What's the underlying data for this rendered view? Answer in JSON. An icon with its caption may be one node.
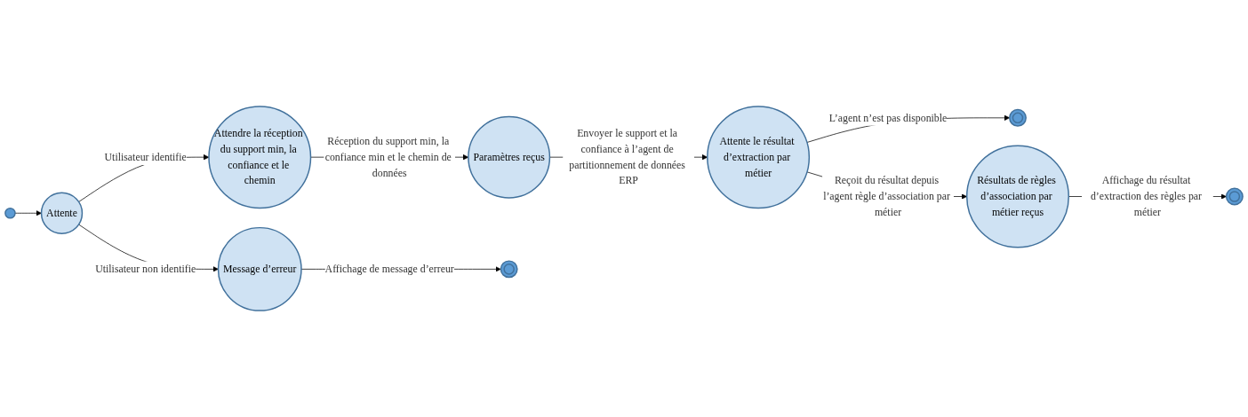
{
  "diagram": {
    "nodes": [
      {
        "text": [],
        "shape": "circle"
      },
      {
        "text": [
          "Attente"
        ]
      },
      {
        "text": [
          "Attendre la réception du support min, la confiance et le chemin"
        ]
      },
      {
        "text": [
          "Paramètres reçus"
        ]
      },
      {
        "text": [
          "Attente le résultat d’extraction par métier"
        ]
      },
      {
        "text": [
          "Message d’erreur"
        ]
      },
      {
        "text": [],
        "shape": "bullseye"
      },
      {
        "text": [],
        "shape": "bullseye"
      },
      {
        "text": [
          "Résultats de règles d’association par métier reçus"
        ]
      },
      {
        "text": [],
        "shape": "bullseye"
      }
    ],
    "edges": [
      {
        "from": 0,
        "to": 1,
        "arrow": "to"
      },
      {
        "from": 1,
        "to": 2,
        "arrow": "to",
        "label": "Utilisateur identifie"
      },
      {
        "from": 2,
        "to": 3,
        "arrow": "to",
        "label": "Réception du support min, la confiance min et le chemin de données"
      },
      {
        "from": 3,
        "to": 4,
        "arrow": "to",
        "label": "Envoyer le support et la confiance à l’agent de partitionnement de données ERP"
      },
      {
        "from": 1,
        "to": 5,
        "arrow": "to",
        "label": "Utilisateur non identifie"
      },
      {
        "from": 5,
        "to": 6,
        "arrow": "to",
        "label": "Affichage de message d’erreur"
      },
      {
        "from": 4,
        "to": 7,
        "arrow": "to",
        "label": "L’agent n’est pas disponible"
      },
      {
        "from": 4,
        "to": 8,
        "arrow": "to",
        "label": "Reçoit du résultat depuis l’agent règle d’association par métier"
      },
      {
        "from": 8,
        "to": 9,
        "arrow": "to",
        "label": "Affichage du résultat d’extraction des règles par métier"
      }
    ]
  }
}
